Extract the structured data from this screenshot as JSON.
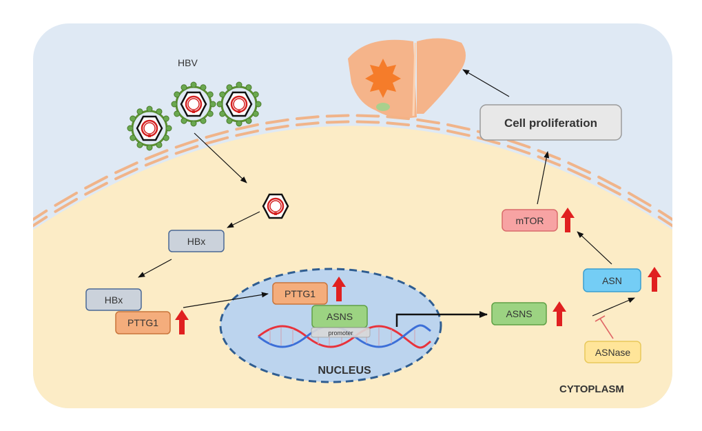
{
  "virus_label": "HBV",
  "boxes": {
    "cell_proliferation": "Cell  proliferation",
    "mtor": "mTOR",
    "asn": "ASN",
    "asns_cyto": "ASNS",
    "asnase": "ASNase",
    "hbx_1": "HBx",
    "hbx_2": "HBx",
    "pttg1_cyto": "PTTG1",
    "pttg1_nuc": "PTTG1",
    "asns_nuc": "ASNS",
    "promoter": "promoter"
  },
  "compartments": {
    "nucleus": "NUCLEUS",
    "cytoplasm": "CYTOPLASM"
  },
  "colors": {
    "extracellular": "#dfe9f4",
    "cytoplasm": "#fcecc6",
    "nucleus": "#bcd4ee",
    "nucleus_border": "#2f5d91",
    "membrane": "#f0b48a",
    "orange_box": "#f4ad7c",
    "green_box": "#9cd382",
    "gray_box": "#cbd2db",
    "pink_box": "#f7a3a3",
    "cyan_box": "#74cdf5",
    "yellow_box": "#ffe599",
    "up_arrow": "#e02020",
    "dna_red": "#e8333c",
    "dna_blue": "#3c6fd8"
  }
}
